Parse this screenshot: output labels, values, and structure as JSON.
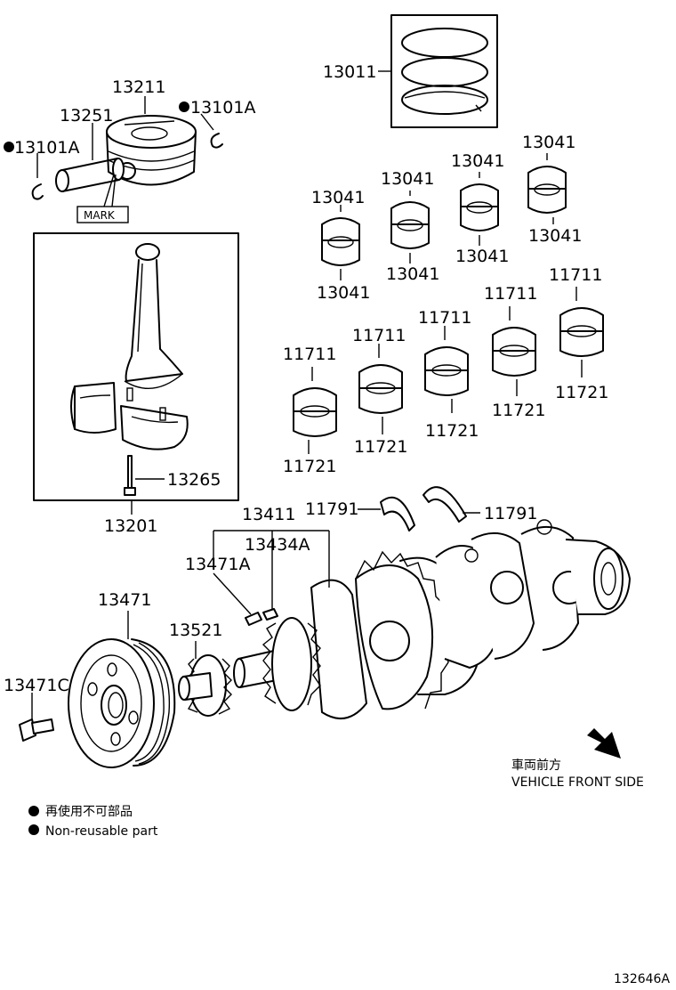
{
  "labels": {
    "piston_rings": "13011",
    "piston": "13211",
    "piston_pin": "13251",
    "snap_ring_right": "13101A",
    "snap_ring_left": "13101A",
    "mark": "MARK",
    "rod_bolt": "13265",
    "rod_assembly": "13201",
    "rod_bearing_1_top": "13041",
    "rod_bearing_1_bottom": "13041",
    "rod_bearing_2_top": "13041",
    "rod_bearing_2_bottom": "13041",
    "rod_bearing_3_top": "13041",
    "rod_bearing_3_bottom": "13041",
    "rod_bearing_4_top": "13041",
    "rod_bearing_4_bottom": "13041",
    "main_bearing_1_top": "11711",
    "main_bearing_1_bottom": "11721",
    "main_bearing_2_top": "11711",
    "main_bearing_2_bottom": "11721",
    "main_bearing_3_top": "11711",
    "main_bearing_3_bottom": "11721",
    "main_bearing_4_top": "11711",
    "main_bearing_4_bottom": "11721",
    "main_bearing_5_top": "11711",
    "main_bearing_5_bottom": "11721",
    "thrust_washer_left": "11791",
    "thrust_washer_right": "11791",
    "crankshaft": "13411",
    "crank_key": "13434A",
    "pulley_key": "13471A",
    "crank_pulley": "13471",
    "timing_sprocket": "13521",
    "pulley_bolt": "13471C"
  },
  "direction": {
    "jp": "車両前方",
    "en": "VEHICLE FRONT SIDE"
  },
  "legend": {
    "jp": "再使用不可部品",
    "en": "Non-reusable part"
  },
  "figure_id": "132646A",
  "colors": {
    "line": "#000000",
    "background": "#ffffff"
  }
}
